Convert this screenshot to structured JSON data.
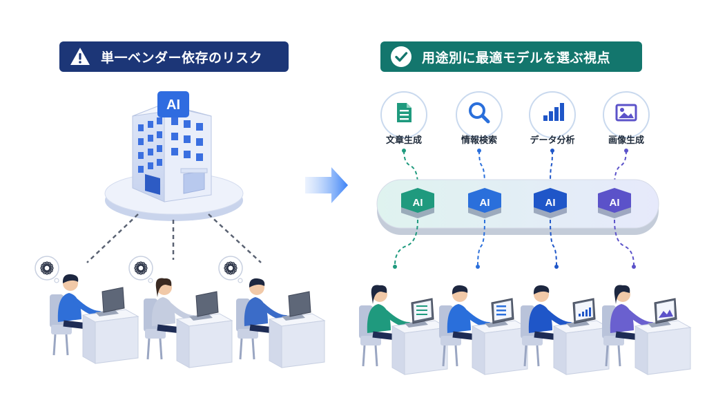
{
  "left_panel": {
    "title": "単一ベンダー依存のリスク",
    "building_badge": "AI",
    "user_count": 3
  },
  "right_panel": {
    "title": "用途別に最適モデルを選ぶ視点",
    "categories": [
      {
        "label": "文章生成",
        "icon": "document-icon",
        "color": "#1f9a7e",
        "node_label": "AI"
      },
      {
        "label": "情報検索",
        "icon": "search-icon",
        "color": "#2a6fdb",
        "node_label": "AI"
      },
      {
        "label": "データ分析",
        "icon": "bar-chart-icon",
        "color": "#1f56c8",
        "node_label": "AI"
      },
      {
        "label": "画像生成",
        "icon": "image-icon",
        "color": "#5b52c9",
        "node_label": "AI"
      }
    ]
  },
  "colors": {
    "navy": "#1c3677",
    "teal": "#13766d",
    "arrow": "#3b82f6",
    "platform": "#e6ecf8",
    "connector": "#5a6272"
  }
}
